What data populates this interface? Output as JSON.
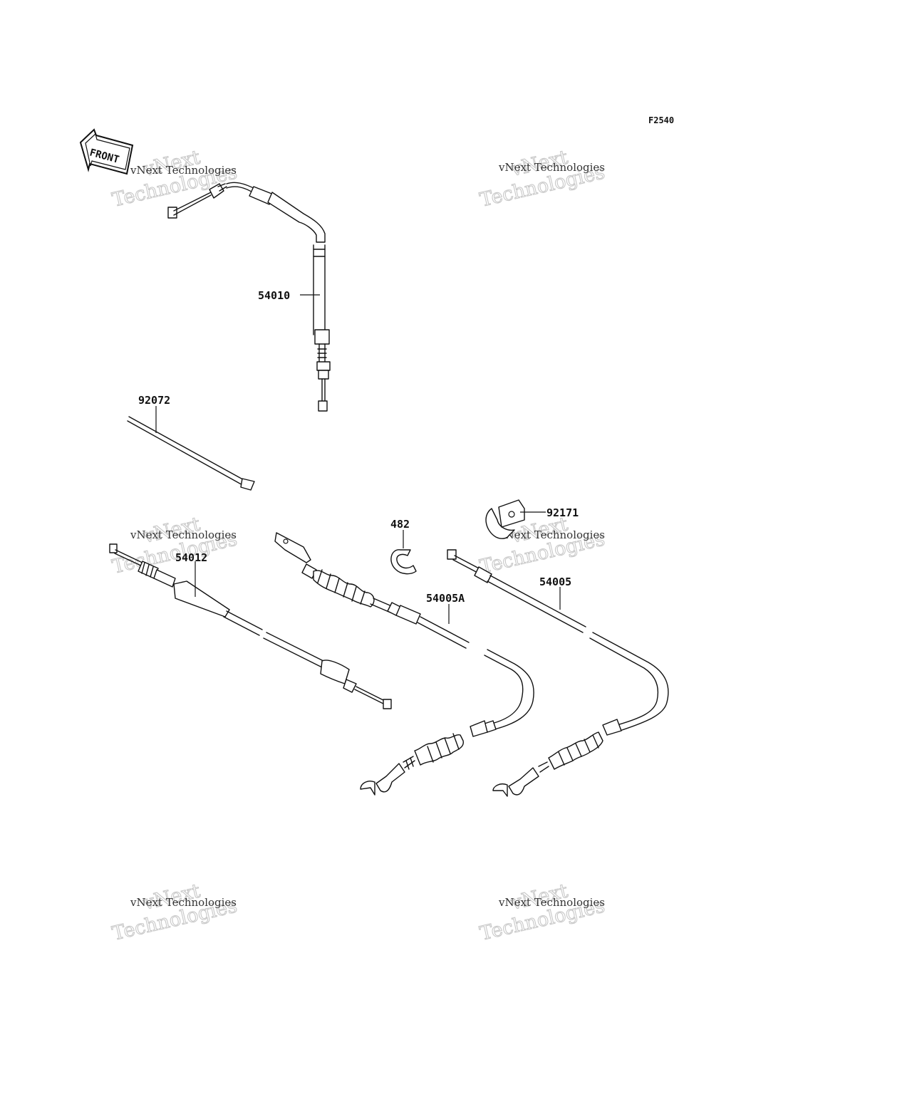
{
  "figure_code": "F2540",
  "front_label": "FRONT",
  "parts": {
    "p54010": "54010",
    "p92072": "92072",
    "p54012": "54012",
    "p482": "482",
    "p92171": "92171",
    "p54005A": "54005A",
    "p54005": "54005"
  },
  "watermark": {
    "big": "Technologies",
    "small": "vNext Technologies",
    "top": "vNext"
  },
  "colors": {
    "line": "#111111",
    "watermark": "#c8c8c8",
    "background": "#ffffff"
  }
}
